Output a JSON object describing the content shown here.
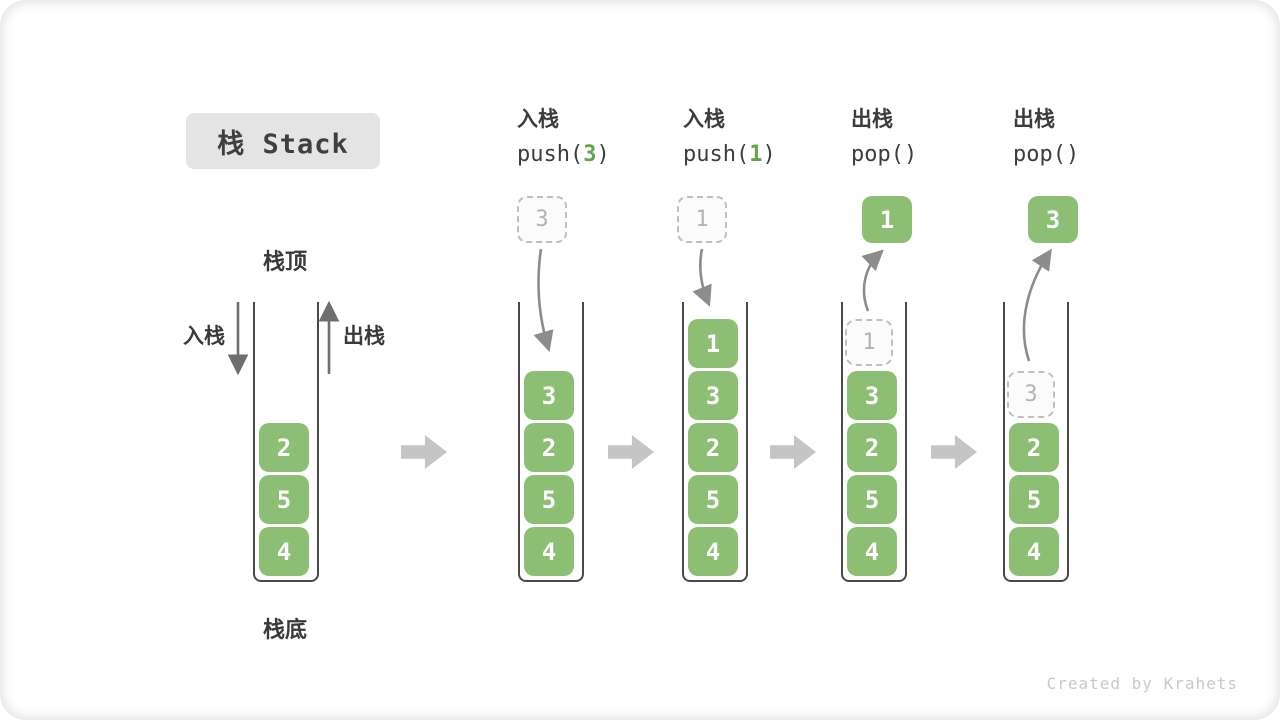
{
  "title": "栈 Stack",
  "first_stack": {
    "top_label": "栈顶",
    "bottom_label": "栈底",
    "push_label": "入栈",
    "pop_label": "出栈"
  },
  "columns": [
    {
      "op": "入栈",
      "call_open": "push(",
      "arg": "3",
      "call_close": ")",
      "float_value": "3"
    },
    {
      "op": "入栈",
      "call_open": "push(",
      "arg": "1",
      "call_close": ")",
      "float_value": "1"
    },
    {
      "op": "出栈",
      "call_open": "pop(",
      "arg": "",
      "call_close": ")",
      "float_value": "1"
    },
    {
      "op": "出栈",
      "call_open": "pop(",
      "arg": "",
      "call_close": ")",
      "float_value": "3"
    }
  ],
  "stacks": [
    {
      "cells": [
        {
          "v": "2"
        },
        {
          "v": "5"
        },
        {
          "v": "4"
        }
      ]
    },
    {
      "cells": [
        {
          "v": "3"
        },
        {
          "v": "2"
        },
        {
          "v": "5"
        },
        {
          "v": "4"
        }
      ]
    },
    {
      "cells": [
        {
          "v": "1"
        },
        {
          "v": "3"
        },
        {
          "v": "2"
        },
        {
          "v": "5"
        },
        {
          "v": "4"
        }
      ]
    },
    {
      "cells": [
        {
          "v": "1",
          "ghost": true
        },
        {
          "v": "3"
        },
        {
          "v": "2"
        },
        {
          "v": "5"
        },
        {
          "v": "4"
        }
      ]
    },
    {
      "cells": [
        {
          "v": "3",
          "ghost": true
        },
        {
          "v": "2"
        },
        {
          "v": "5"
        },
        {
          "v": "4"
        }
      ]
    }
  ],
  "footer": "Created by Krahets",
  "colors": {
    "cell_green": "#8CBF74",
    "code_arg_green": "#65A34E",
    "badge_bg": "#E4E4E4",
    "block_arrow_gray": "#C5C5C5",
    "motion_arrow_gray": "#8C8C8C",
    "wall_gray": "#4A4A4A"
  }
}
